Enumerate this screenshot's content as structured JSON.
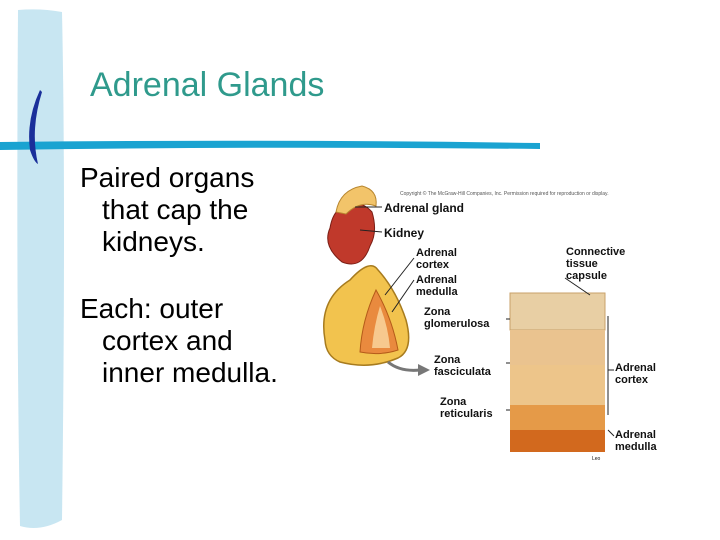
{
  "slide": {
    "title": "Adrenal Glands",
    "bullets": [
      "Paired organs that cap the kidneys.",
      "Each: outer cortex and inner medulla."
    ],
    "theme": {
      "accent": "#2f9a8c",
      "sidebar": "#c8e6f2",
      "rule": "#1aa3d1"
    }
  },
  "figure": {
    "copyright": "Copyright © The McGraw-Hill Companies, Inc. Permission required for reproduction or display.",
    "labels": {
      "adrenal_gland": "Adrenal gland",
      "kidney": "Kidney",
      "adrenal_cortex_left": "Adrenal\ncortex",
      "adrenal_medulla_left": "Adrenal\nmedulla",
      "zona_glomerulosa": "Zona\nglomerulosa",
      "zona_fasciculata": "Zona\nfasciculata",
      "zona_reticularis": "Zona\nreticularis",
      "connective_tissue_capsule": "Connective\ntissue\ncapsule",
      "adrenal_cortex_right": "Adrenal\ncortex",
      "adrenal_medulla_right": "Adrenal\nmedulla",
      "credit": "Leo"
    }
  }
}
